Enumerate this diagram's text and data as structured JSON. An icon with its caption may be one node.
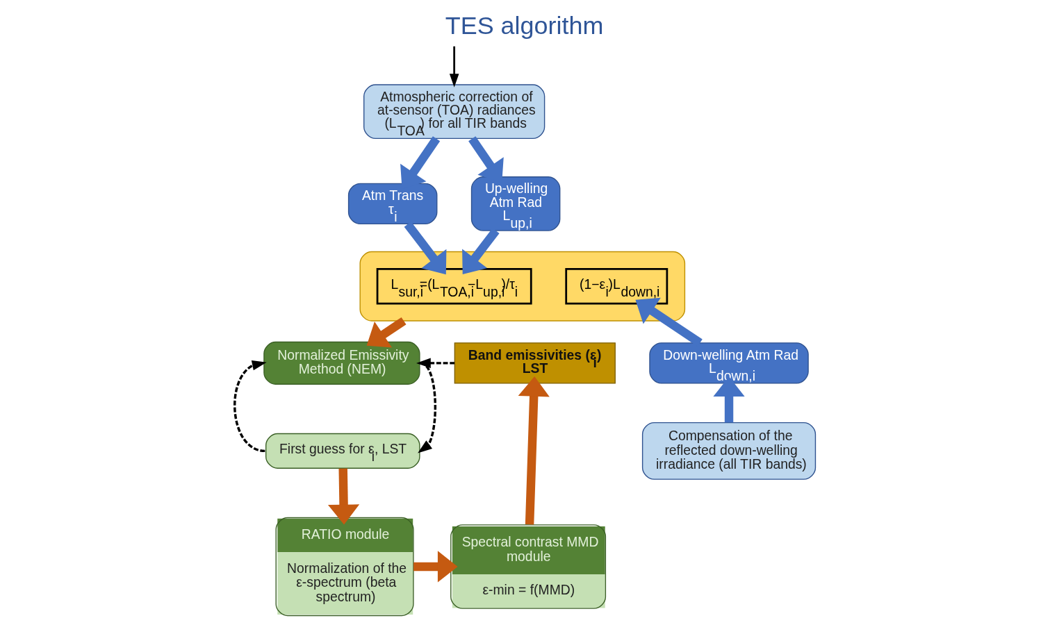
{
  "diagram": {
    "title": "TES algorithm",
    "nodes": [
      {
        "text": [
          "Atmospheric correction of at-sensor (TOA) radiances (L$_{TOA}$) for all TIR bands"
        ]
      },
      {
        "text": [],
        "shape": "box"
      },
      {
        "text": [
          "Atm Trans",
          "τ$_{i}$"
        ]
      },
      {
        "text": [
          "Up-welling Atm Rad",
          "L$_{up,i}$"
        ]
      },
      {
        "text": [
          "L$_{sur,i}$=(L$_{TOA,i}$−L$_{up,i}$)/τ$_{i}$"
        ],
        "in": 1
      },
      {
        "text": [
          "(1−ε$_{i}$)L$_{down,i}$"
        ],
        "in": 1
      },
      {
        "text": [
          "Down-welling Atm Rad",
          "L$_{down,i}$"
        ]
      },
      {
        "text": [
          "Compensation of the reflected down-welling irradiance (all TIR bands)"
        ]
      },
      {
        "text": [
          "Normalized Emissivity Method (NEM)"
        ]
      },
      {
        "text": [
          "First guess for ε$_{i}$, LST"
        ]
      },
      {
        "text": [
          "Band emissivities (ε$_{i}$) LST"
        ]
      },
      {
        "text": [
          "RATIO module",
          "Normalization of the ε-spectrum (beta spectrum)"
        ]
      },
      {
        "text": [
          "Spectral contrast MMD module",
          "ε-min = f(MMD)"
        ]
      }
    ],
    "edges": [
      {
        "from": null,
        "to": 0,
        "arrow": "to",
        "color": "#000000"
      },
      {
        "from": 0,
        "to": 2,
        "arrow": "to",
        "color": "#4472c4"
      },
      {
        "from": 0,
        "to": 3,
        "arrow": "to",
        "color": "#4472c4"
      },
      {
        "from": 2,
        "to": 4,
        "arrow": "to",
        "color": "#4472c4"
      },
      {
        "from": 3,
        "to": 4,
        "arrow": "to",
        "color": "#4472c4"
      },
      {
        "from": 6,
        "to": 5,
        "arrow": "to",
        "color": "#4472c4"
      },
      {
        "from": 7,
        "to": 6,
        "arrow": "to",
        "color": "#4472c4"
      },
      {
        "from": 1,
        "to": 8,
        "arrow": "to",
        "color": "#c55a11"
      },
      {
        "from": 8,
        "to": 9,
        "arrow": "to",
        "style": "dashed",
        "color": "#000000"
      },
      {
        "from": 9,
        "to": 8,
        "arrow": "to",
        "style": "dashed",
        "color": "#000000"
      },
      {
        "from": 9,
        "to": 11,
        "arrow": "to",
        "color": "#c55a11"
      },
      {
        "from": 11,
        "to": 12,
        "arrow": "to",
        "color": "#c55a11"
      },
      {
        "from": 12,
        "to": 10,
        "arrow": "to",
        "color": "#c55a11"
      },
      {
        "from": 10,
        "to": 8,
        "arrow": "to",
        "style": "dashed",
        "color": "#000000"
      }
    ]
  }
}
